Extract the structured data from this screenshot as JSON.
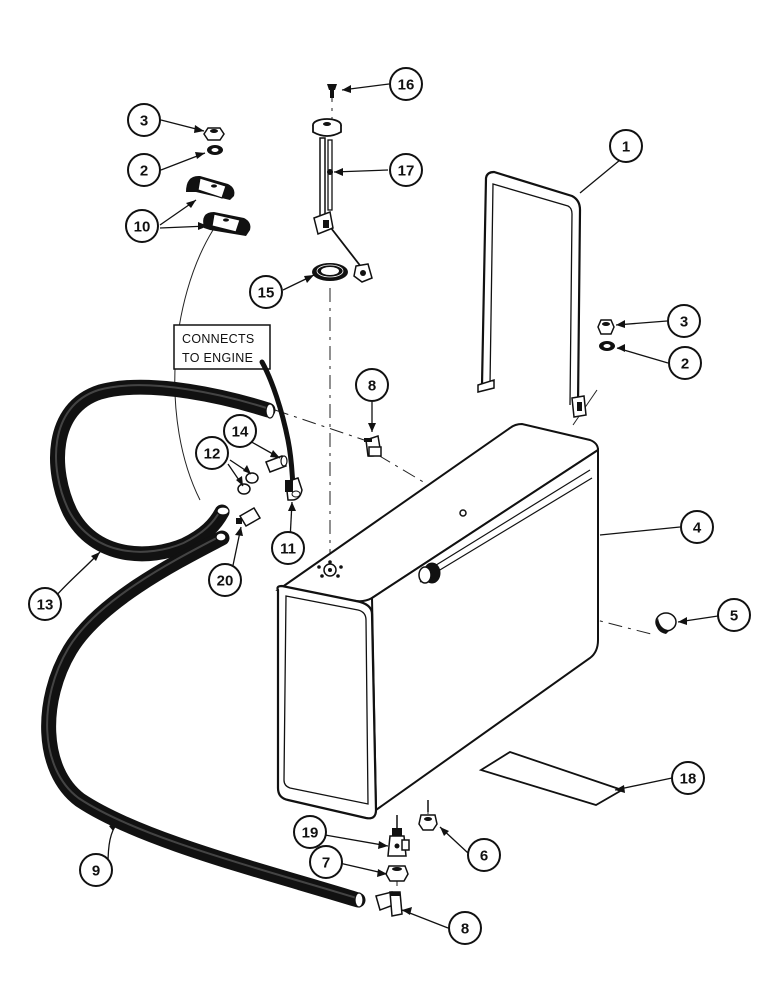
{
  "note": {
    "line1": "CONNECTS",
    "line2": "TO ENGINE"
  },
  "callouts": [
    {
      "id": "c1",
      "label": "1"
    },
    {
      "id": "c2a",
      "label": "2"
    },
    {
      "id": "c2b",
      "label": "2"
    },
    {
      "id": "c3a",
      "label": "3"
    },
    {
      "id": "c3b",
      "label": "3"
    },
    {
      "id": "c4",
      "label": "4"
    },
    {
      "id": "c5",
      "label": "5"
    },
    {
      "id": "c6",
      "label": "6"
    },
    {
      "id": "c7",
      "label": "7"
    },
    {
      "id": "c8a",
      "label": "8"
    },
    {
      "id": "c8b",
      "label": "8"
    },
    {
      "id": "c9",
      "label": "9"
    },
    {
      "id": "c10",
      "label": "10"
    },
    {
      "id": "c11",
      "label": "11"
    },
    {
      "id": "c12",
      "label": "12"
    },
    {
      "id": "c13",
      "label": "13"
    },
    {
      "id": "c14",
      "label": "14"
    },
    {
      "id": "c15",
      "label": "15"
    },
    {
      "id": "c16",
      "label": "16"
    },
    {
      "id": "c17",
      "label": "17"
    },
    {
      "id": "c18",
      "label": "18"
    },
    {
      "id": "c19",
      "label": "19"
    },
    {
      "id": "c20",
      "label": "20"
    }
  ]
}
